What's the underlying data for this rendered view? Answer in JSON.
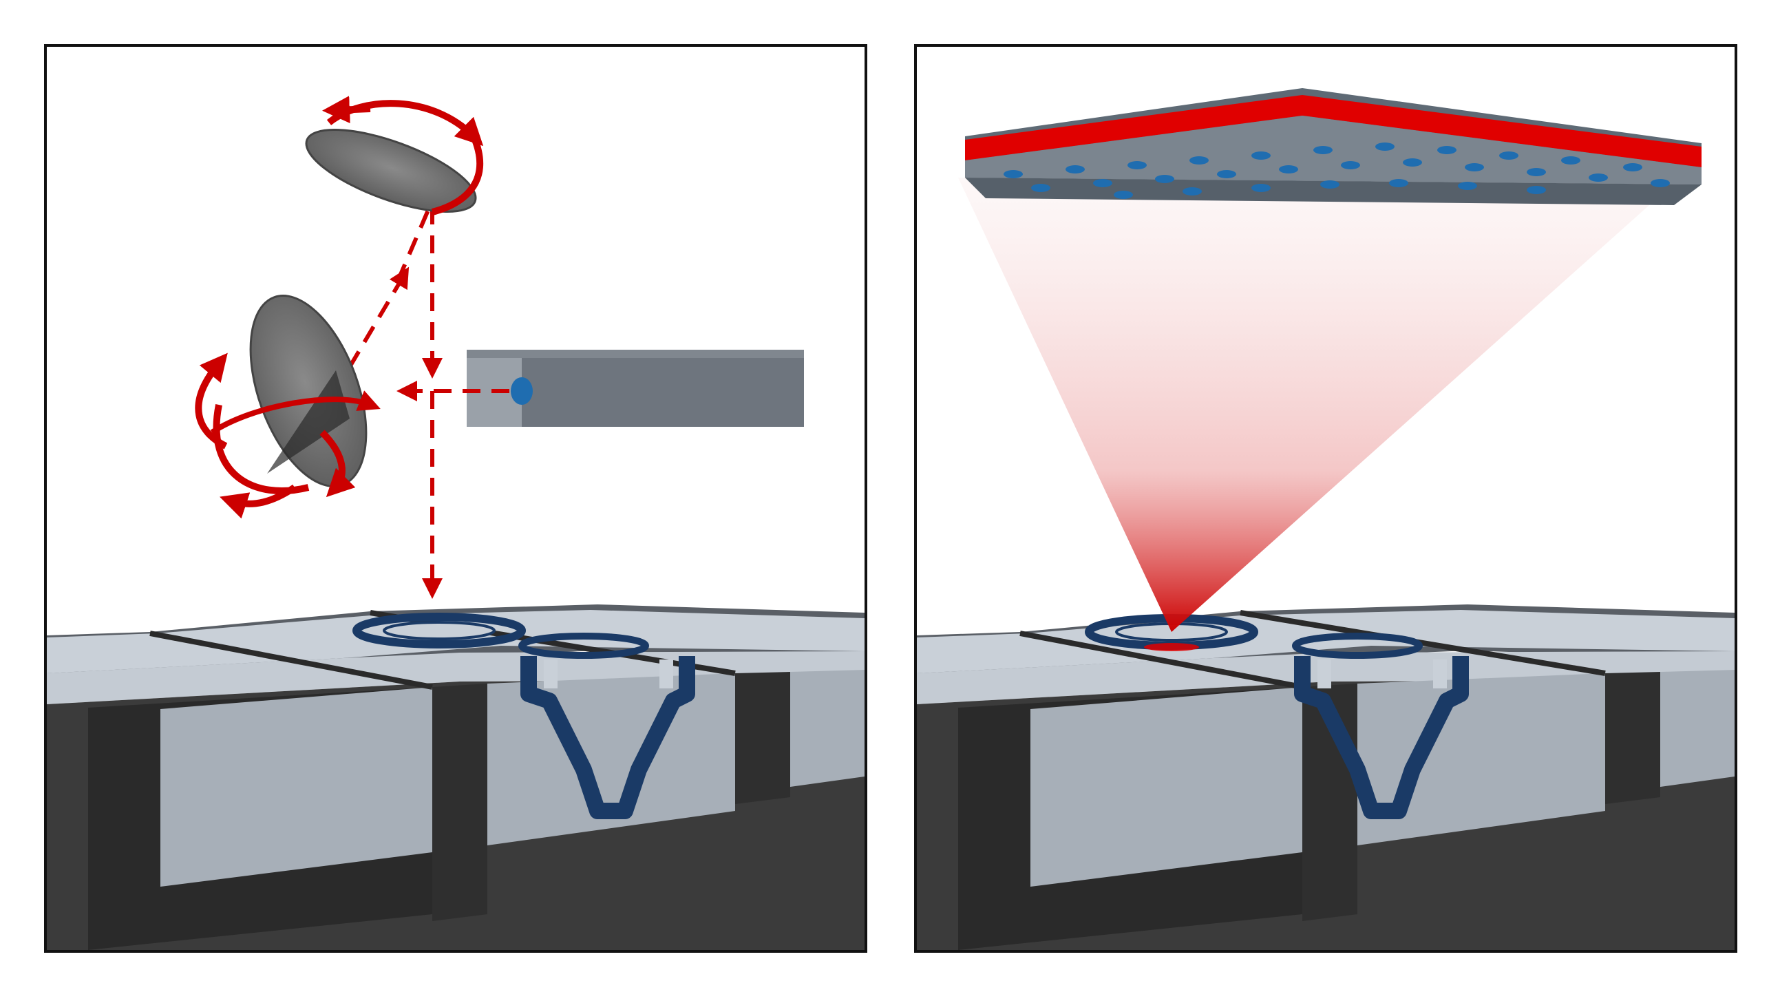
{
  "figure": {
    "panels": [
      {
        "id": "left",
        "components": [
          "light-source",
          "steering-mirror-1",
          "steering-mirror-2",
          "beam-path",
          "chip-substrate",
          "ring-resonator",
          "waveguide-coupler"
        ]
      },
      {
        "id": "right",
        "components": [
          "emitter-array",
          "light-cone",
          "chip-substrate",
          "ring-resonator",
          "waveguide-coupler"
        ]
      }
    ]
  },
  "colors": {
    "beam_red": "#cc0000",
    "array_red": "#e00000",
    "device_blue": "#1a3a66",
    "emitter_blue": "#1f6db0",
    "box_gray": "#6e757e",
    "substrate_top": "#c9d0d8",
    "substrate_side": "#a7afb8",
    "substrate_dark": "#3b3b3b",
    "mirror_gray": "#6f6f6f",
    "frame": "#111111"
  }
}
